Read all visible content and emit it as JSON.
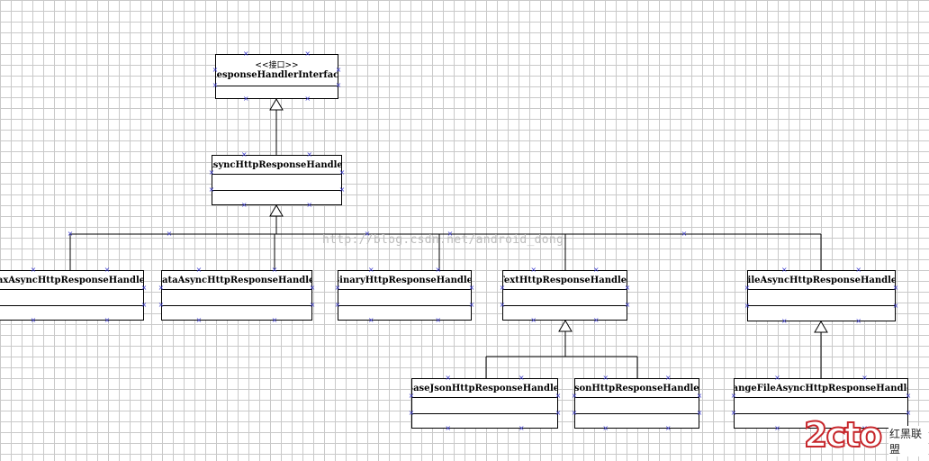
{
  "interface": {
    "stereotype": "<<接口>>",
    "name": "ResponseHandlerInterface"
  },
  "classes": {
    "async": "AsyncHttpResponseHandler",
    "sax": "SaxAsyncHttpResponseHandler",
    "data": "DataAsyncHttpResponseHandler",
    "binary": "BinaryHttpResponseHandler",
    "text": "TextHttpResponseHandler",
    "file": "FileAsyncHttpResponseHandler",
    "basejson": "BaseJsonHttpResponseHandler",
    "json": "JsonHttpResponseHandler",
    "rangefile": "RangeFileAsyncHttpResponseHandler"
  },
  "watermark": "http://blog.csdn.net/android_dong",
  "logo": {
    "mark": "2cto",
    "tagline": "红黑联盟"
  },
  "colors": {
    "grid": "#c9c9c9",
    "selection_marker": "#3a3acf",
    "logo_red": "#c7262b"
  }
}
